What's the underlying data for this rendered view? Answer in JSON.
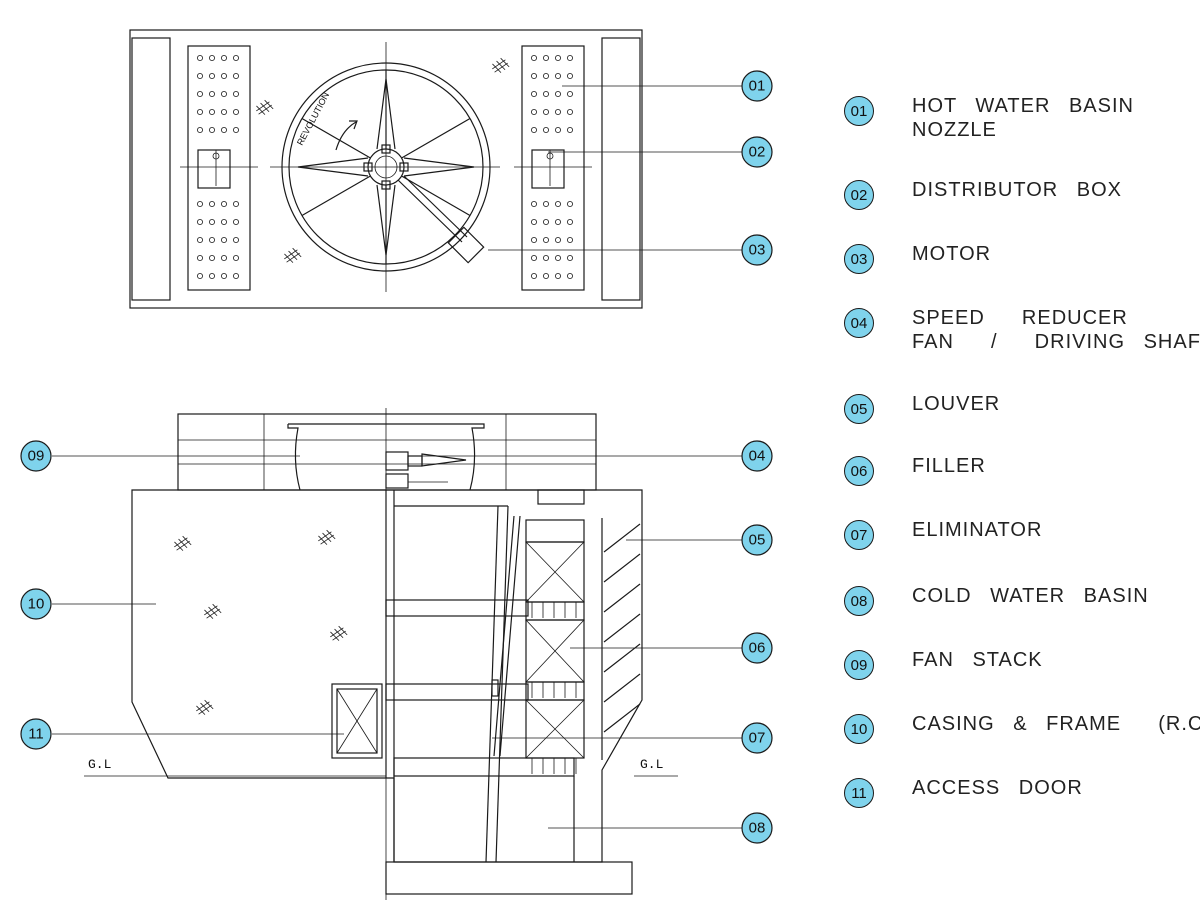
{
  "callouts": [
    "01",
    "02",
    "03",
    "04",
    "05",
    "06",
    "07",
    "08",
    "09",
    "10",
    "11"
  ],
  "legend": [
    {
      "num": "01",
      "lines": [
        "HOT WATER BASIN",
        "NOZZLE"
      ]
    },
    {
      "num": "02",
      "lines": [
        "DISTRIBUTOR BOX"
      ]
    },
    {
      "num": "03",
      "lines": [
        "MOTOR"
      ]
    },
    {
      "num": "04",
      "lines": [
        "SPEED  REDUCER",
        "FAN  /  DRIVING SHAFT"
      ]
    },
    {
      "num": "05",
      "lines": [
        "LOUVER"
      ]
    },
    {
      "num": "06",
      "lines": [
        "FILLER"
      ]
    },
    {
      "num": "07",
      "lines": [
        "ELIMINATOR"
      ]
    },
    {
      "num": "08",
      "lines": [
        "COLD WATER BASIN"
      ]
    },
    {
      "num": "09",
      "lines": [
        "FAN STACK"
      ]
    },
    {
      "num": "10",
      "lines": [
        "CASING & FRAME  (R.C)"
      ]
    },
    {
      "num": "11",
      "lines": [
        "ACCESS DOOR"
      ]
    }
  ],
  "ground_level_label": "G.L",
  "rotation_label": "REVOLUTION",
  "colors": {
    "callout_fill": "#7fd3ec",
    "line": "#1a1a1a"
  }
}
